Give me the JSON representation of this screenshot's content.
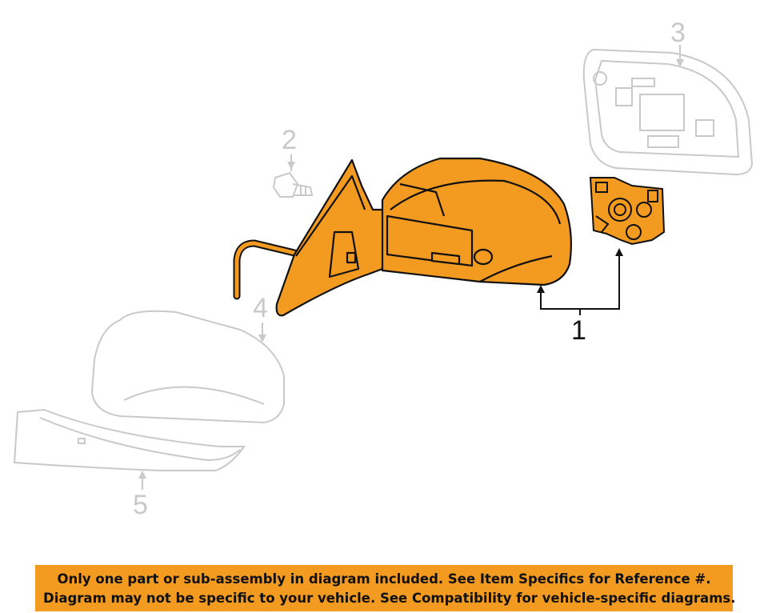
{
  "callouts": {
    "part1": "1",
    "part2": "2",
    "part3": "3",
    "part4": "4",
    "part5": "5"
  },
  "banner": {
    "line1": "Only one part or sub-assembly in diagram included. See Item Specifics for Reference #.",
    "line2": "Diagram may not be specific to your vehicle. See Compatibility for vehicle-specific diagrams."
  },
  "colors": {
    "highlight": "#f39a21",
    "ghost_outline": "#c9c9c9",
    "outline": "#111111"
  }
}
